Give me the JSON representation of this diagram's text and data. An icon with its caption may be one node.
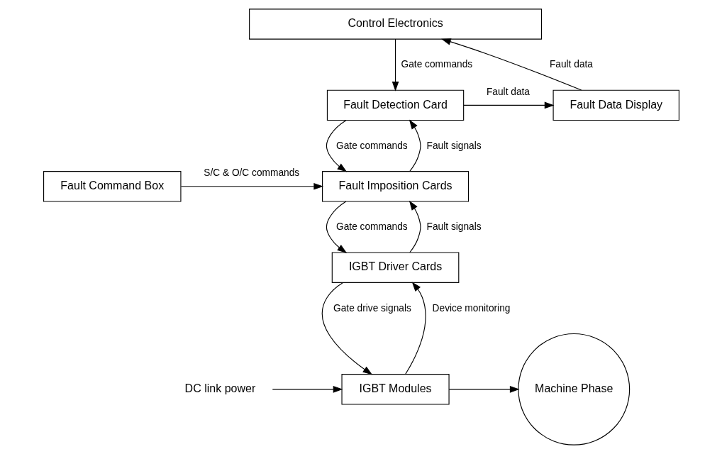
{
  "diagram": {
    "nodes": [
      {
        "text": [
          "Control Electronics"
        ]
      },
      {
        "text": [
          "Fault Detection Card"
        ]
      },
      {
        "text": [
          "Fault Data Display"
        ]
      },
      {
        "text": [
          "Fault Command Box"
        ]
      },
      {
        "text": [
          "Fault Imposition Cards"
        ]
      },
      {
        "text": [
          "IGBT Driver Cards"
        ]
      },
      {
        "text": [
          "IGBT Modules"
        ]
      },
      {
        "text": [
          "Machine Phase"
        ]
      },
      {
        "text": [
          "DC link power"
        ]
      }
    ],
    "edges": [
      {
        "from": 0,
        "to": 1,
        "arrow": "to",
        "label": "Gate commands"
      },
      {
        "from": 1,
        "to": 2,
        "arrow": "to",
        "label": "Fault data"
      },
      {
        "from": 2,
        "to": 0,
        "arrow": "to",
        "label": "Fault data"
      },
      {
        "from": 1,
        "to": 4,
        "arrow": "to",
        "label": "Gate commands"
      },
      {
        "from": 4,
        "to": 1,
        "arrow": "to",
        "label": "Fault signals"
      },
      {
        "from": 3,
        "to": 4,
        "arrow": "to",
        "label": "S/C & O/C commands"
      },
      {
        "from": 4,
        "to": 5,
        "arrow": "to",
        "label": "Gate commands"
      },
      {
        "from": 5,
        "to": 4,
        "arrow": "to",
        "label": "Fault signals"
      },
      {
        "from": 5,
        "to": 6,
        "arrow": "to",
        "label": "Gate drive signals"
      },
      {
        "from": 6,
        "to": 5,
        "arrow": "to",
        "label": "Device monitoring"
      },
      {
        "from": 8,
        "to": 6,
        "arrow": "to"
      },
      {
        "from": 6,
        "to": 7,
        "arrow": "to"
      }
    ]
  }
}
